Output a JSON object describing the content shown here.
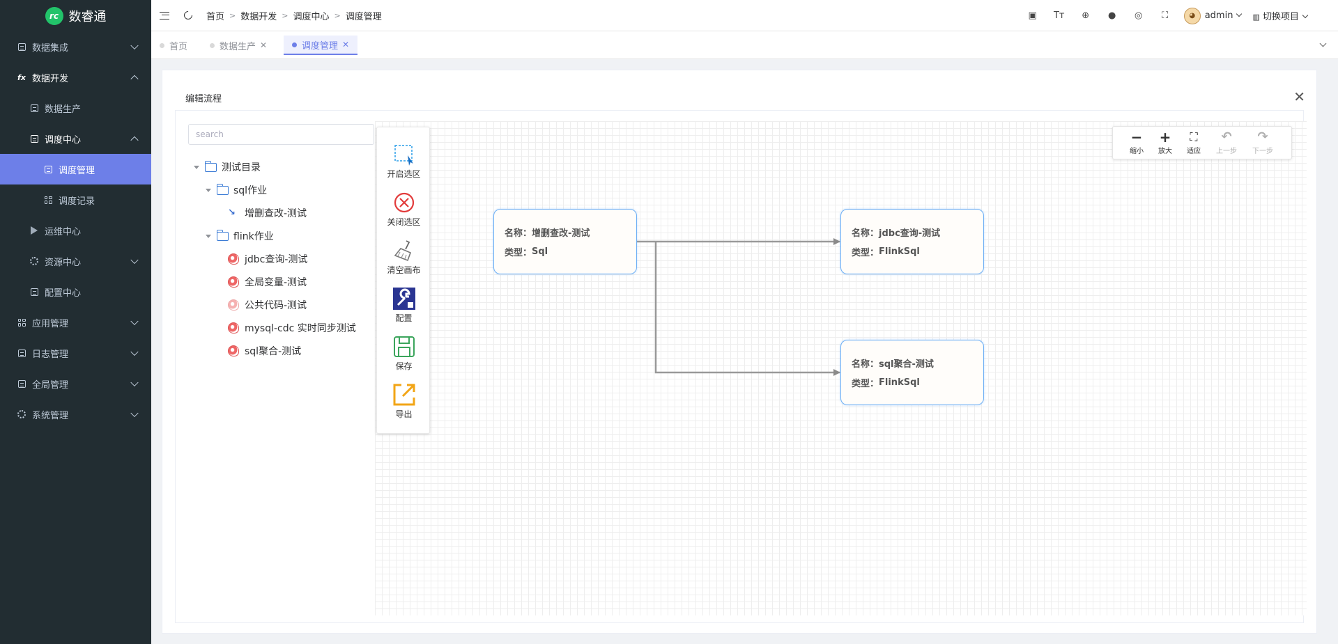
{
  "app": {
    "name": "数睿通",
    "logo_text": "rc"
  },
  "sidebar": {
    "items": [
      {
        "label": "数据集成"
      },
      {
        "label": "数据开发"
      },
      {
        "label": "数据生产"
      },
      {
        "label": "调度中心"
      },
      {
        "label": "调度管理"
      },
      {
        "label": "调度记录"
      },
      {
        "label": "运维中心"
      },
      {
        "label": "资源中心"
      },
      {
        "label": "配置中心"
      },
      {
        "label": "应用管理"
      },
      {
        "label": "日志管理"
      },
      {
        "label": "全局管理"
      },
      {
        "label": "系统管理"
      }
    ],
    "dev_icon": "fx"
  },
  "header": {
    "breadcrumbs": [
      "首页",
      "数据开发",
      "调度中心",
      "调度管理"
    ],
    "icons": {
      "font_size": "Tт"
    },
    "user": "admin",
    "switch_project": "切换项目"
  },
  "tabs": [
    {
      "label": "首页"
    },
    {
      "label": "数据生产"
    },
    {
      "label": "调度管理"
    }
  ],
  "dialog": {
    "title": "编辑流程",
    "search_placeholder": "search"
  },
  "tree": {
    "root": "测试目录",
    "sql_folder": "sql作业",
    "sql_items": [
      "增删查改-测试"
    ],
    "flink_folder": "flink作业",
    "flink_items": [
      "jdbc查询-测试",
      "全局变量-测试",
      "公共代码-测试",
      "mysql-cdc 实时同步测试",
      "sql聚合-测试"
    ]
  },
  "tools": [
    {
      "label": "开启选区",
      "icon": "select-area-icon"
    },
    {
      "label": "关闭选区",
      "icon": "close-circle-icon"
    },
    {
      "label": "清空画布",
      "icon": "broom-icon"
    },
    {
      "label": "配置",
      "icon": "wrench-icon"
    },
    {
      "label": "保存",
      "icon": "save-icon"
    },
    {
      "label": "导出",
      "icon": "export-icon"
    }
  ],
  "zoom": [
    {
      "label": "缩小",
      "glyph": "−"
    },
    {
      "label": "放大",
      "glyph": "+"
    },
    {
      "label": "适应",
      "glyph": "⛶"
    },
    {
      "label": "上一步",
      "glyph": "↶"
    },
    {
      "label": "下一步",
      "glyph": "↷"
    }
  ],
  "nodes": [
    {
      "name_label": "名称：",
      "name": "增删查改-测试",
      "type_label": "类型：",
      "type": "Sql"
    },
    {
      "name_label": "名称：",
      "name": "jdbc查询-测试",
      "type_label": "类型：",
      "type": "FlinkSql"
    },
    {
      "name_label": "名称：",
      "name": "sql聚合-测试",
      "type_label": "类型：",
      "type": "FlinkSql"
    }
  ],
  "colors": {
    "sidebar_bg": "#222d32",
    "accent": "#6d7fe8",
    "node_border": "#6fb0f5"
  }
}
